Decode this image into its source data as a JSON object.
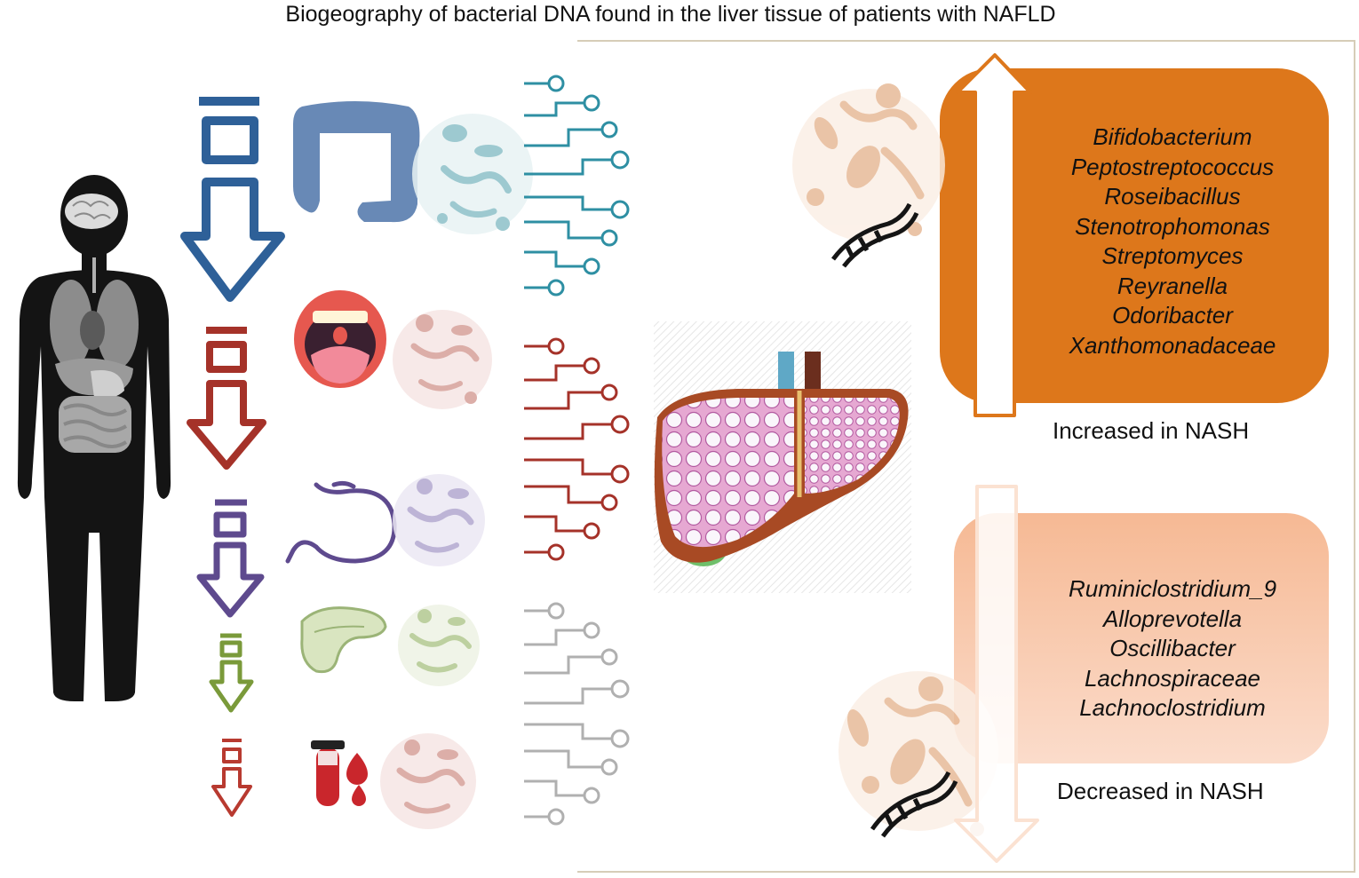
{
  "title": "Biogeography of bacterial DNA found in the liver tissue of patients with NAFLD",
  "increased": {
    "caption": "Increased in NASH",
    "taxa": [
      "Bifidobacterium",
      "Peptostreptococcus",
      "Roseibacillus",
      "Stenotrophomonas",
      "Streptomyces",
      "Reyranella",
      "Odoribacter",
      "Xanthomonadaceae"
    ]
  },
  "decreased": {
    "caption": "Decreased in NASH",
    "taxa": [
      "Ruminiclostridium_9",
      "Alloprevotella",
      "Oscillibacter",
      "Lachnospiraceae",
      "Lachnoclostridium"
    ]
  },
  "colors": {
    "intestine": "#2e6098",
    "oral": "#a53229",
    "stomach": "#5e4a8e",
    "pancreas": "#7a9a3a",
    "blood": "#b83a30",
    "connector_teal": "#2e8fa3",
    "connector_red": "#a53229",
    "connector_gray": "#b0b0b0",
    "increased_box": "#dd771b",
    "decreased_box": "#f6b994"
  },
  "icons": [
    "human-body-icon",
    "brain-icon",
    "intestine-icon",
    "mouth-icon",
    "stomach-icon",
    "pancreas-icon",
    "blood-tube-icon",
    "bacteria-icon",
    "dna-icon",
    "liver-icon"
  ]
}
